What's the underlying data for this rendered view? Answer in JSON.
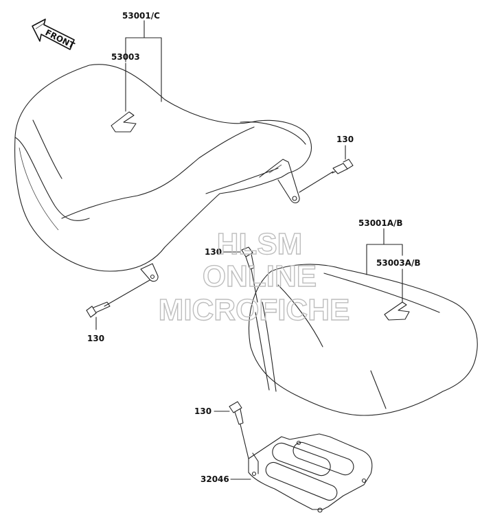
{
  "diagram": {
    "direction_arrow": "FRONT",
    "callouts": {
      "p53001c": "53001/C",
      "p53003": "53003",
      "p130_right": "130",
      "p130_left": "130",
      "p130_mid": "130",
      "p53001ab": "53001A/B",
      "p53003ab": "53003A/B",
      "p130_low": "130",
      "p32046": "32046"
    },
    "watermark": {
      "line1": "HLSM",
      "line2": "ONLINE",
      "line3": "MICROFICHE"
    }
  }
}
